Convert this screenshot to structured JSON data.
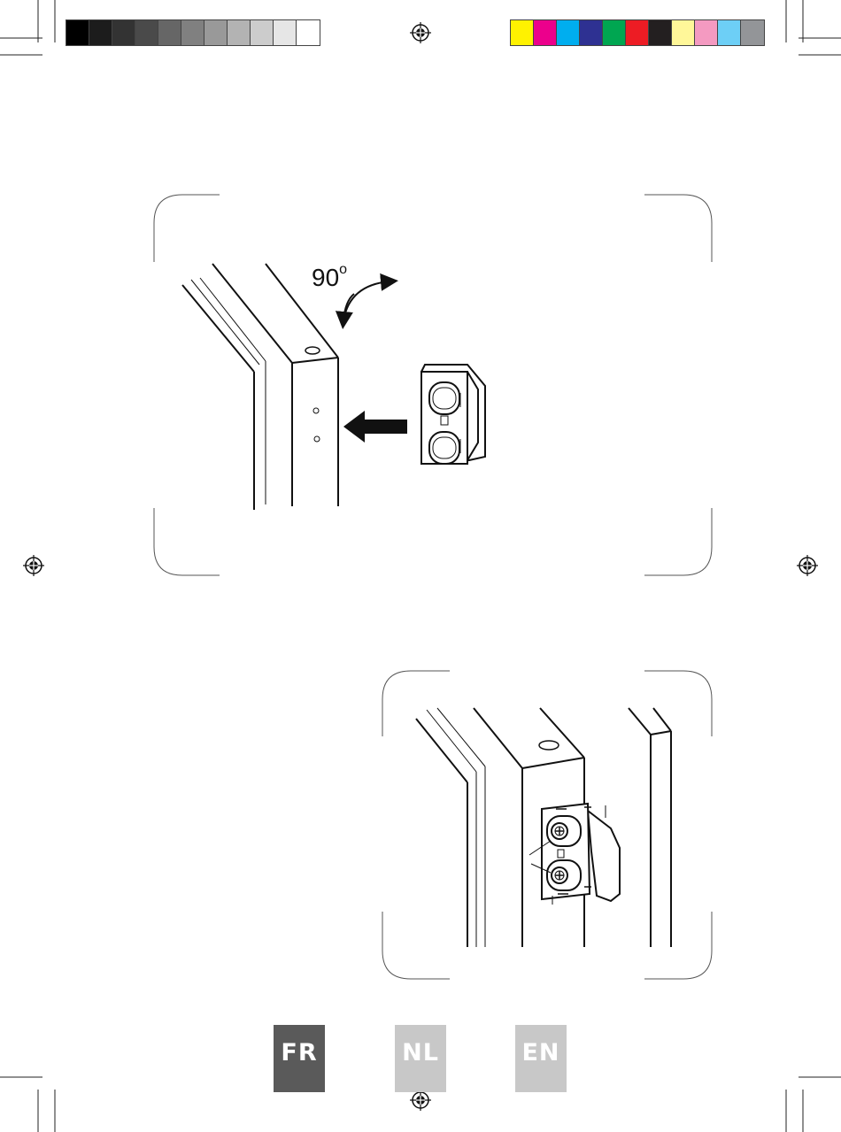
{
  "print_marks": {
    "grayscale_swatches": [
      "#000000",
      "#1c1c1c",
      "#333333",
      "#4a4a4a",
      "#666666",
      "#808080",
      "#999999",
      "#b3b3b3",
      "#cccccc",
      "#e6e6e6",
      "#ffffff"
    ],
    "color_swatches": [
      "#fff200",
      "#ec008c",
      "#00aeef",
      "#2e3192",
      "#00a651",
      "#ed1c24",
      "#231f20",
      "#fff799",
      "#f49ac1",
      "#6dcff6",
      "#939598"
    ]
  },
  "figure_1": {
    "rotation_label": "90",
    "rotation_unit": "o"
  },
  "language_tabs": [
    {
      "label": "FR",
      "color": "#5a5a5a",
      "active": true
    },
    {
      "label": "NL",
      "color": "#c8c8c8",
      "active": false
    },
    {
      "label": "EN",
      "color": "#c8c8c8",
      "active": false
    }
  ]
}
